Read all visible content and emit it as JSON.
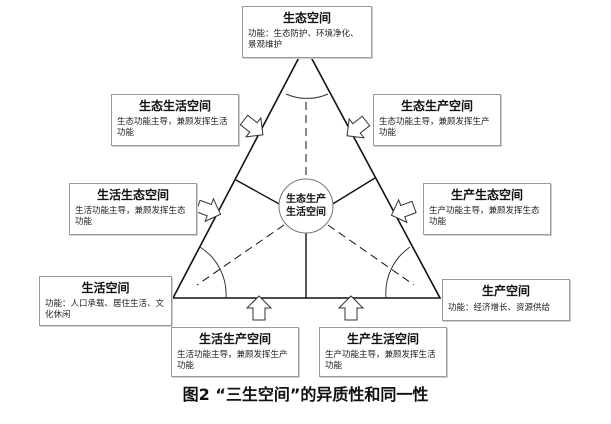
{
  "center": {
    "line1": "生态生产",
    "line2": "生活空间"
  },
  "boxes": {
    "top": {
      "title": "生态空间",
      "desc": "功能：生态防护、环境净化、景观维护"
    },
    "left": {
      "title": "生活空间",
      "desc": "功能：人口承载、居住生活、文化休闲"
    },
    "right": {
      "title": "生产空间",
      "desc": "功能：经济增长、资源供给"
    },
    "eco_life": {
      "title": "生态生活空间",
      "desc": "生态功能主导，兼顾发挥生活功能"
    },
    "eco_prod": {
      "title": "生态生产空间",
      "desc": "生态功能主导，兼顾发挥生产功能"
    },
    "life_eco": {
      "title": "生活生态空间",
      "desc": "生活功能主导，兼顾发挥生态功能"
    },
    "prod_eco": {
      "title": "生产生态空间",
      "desc": "生产功能主导，兼顾发挥生态功能"
    },
    "life_prod": {
      "title": "生活生产空间",
      "desc": "生活功能主导，兼顾发挥生产功能"
    },
    "prod_life": {
      "title": "生产生活空间",
      "desc": "生产功能主导，兼顾发挥生活功能"
    }
  },
  "caption": "图2 “三生空间”的异质性和同一性"
}
